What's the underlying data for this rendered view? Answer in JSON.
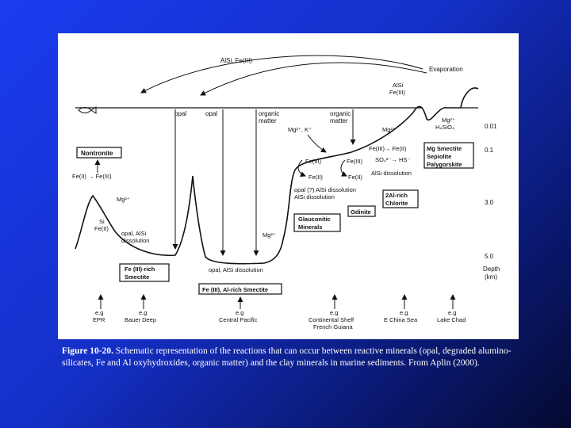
{
  "figure": {
    "labels": {
      "alsi_fe_top": "AlSi, Fe(III)",
      "evaporation": "Evaporation",
      "alsi_fe_evap_1": "AlSi",
      "alsi_fe_evap_2": "Fe(III)",
      "opal_1": "opal",
      "opal_2": "opal",
      "organic_matter_1a": "organic",
      "organic_matter_1b": "matter",
      "organic_matter_2a": "organic",
      "organic_matter_2b": "matter",
      "mg_k": "Mg²⁺, K⁺",
      "mg_shelf": "Mg²⁺",
      "mg_h4sio4_1": "Mg²⁺",
      "mg_h4sio4_2": "H₄SiO₄",
      "fe3_fe2_right": "Fe(III)→  Fe(II)",
      "so4_hs": "SO₄²⁻→ HS⁻",
      "alsi_dissolution_right": "AlSi dissolution",
      "fe3_left_cycle": "Fe(III)",
      "fe2_left_cycle": "Fe(II)",
      "fe3_right_cycle": "Fe(III)",
      "fe2_right_cycle": "Fe(II)",
      "opal_alsi_dissolution_1": "opal (?)  AlSi dissolution",
      "opal_alsi_dissolution_2": "AlSi dissolution",
      "fe_left_ridge": "Fe(II)  →  Fe(III)",
      "mg_ridge": "Mg²⁺",
      "si_fe_1": "Si",
      "si_fe_2": "Fe(II)",
      "opal_alsi_diss_1": "opal, AlSi",
      "opal_alsi_diss_2": "dissolution",
      "mg_deep": "Mg²⁺",
      "opal_alsi_deep": "opal, AlSi dissolution",
      "depth_title_1": "Depth",
      "depth_title_2": "(km)"
    },
    "boxes": {
      "nontronite": "Nontronite",
      "fe_smectite_1": "Fe (III)-rich",
      "fe_smectite_2": "Smectite",
      "fe_al_smectite": "Fe (III), Al-rich Smectite",
      "glauconitic_1": "Glauconitic",
      "glauconitic_2": "Minerals",
      "odinite": "Odinite",
      "al_chlorite_1": "2Al-rich",
      "al_chlorite_2": "Chlorite",
      "mg_smectite_1": "Mg Smectite",
      "mg_smectite_2": "Sepiolite",
      "mg_smectite_3": "Palygorskite"
    },
    "depth_ticks": [
      "0.01",
      "0.1",
      "3.0",
      "5.0"
    ],
    "examples": [
      {
        "eg": "e.g",
        "place": "EPR"
      },
      {
        "eg": "e.g",
        "place": "Bauer Deep"
      },
      {
        "eg": "e.g",
        "place": "Central Pacific"
      },
      {
        "eg": "e.g",
        "place": "Continental Shelf",
        "place2": "French Guiana"
      },
      {
        "eg": "e.g",
        "place": "E China Sea"
      },
      {
        "eg": "e.g",
        "place": "Lake Chad"
      }
    ]
  },
  "caption": {
    "label": "Figure 10-20.",
    "text": " Schematic representation of the reactions that can occur between reactive minerals (opal, degraded alumino-silicates, Fe and Al oxyhydroxides, organic matter) and the clay minerals in marine sediments. From Aplin (2000)."
  }
}
